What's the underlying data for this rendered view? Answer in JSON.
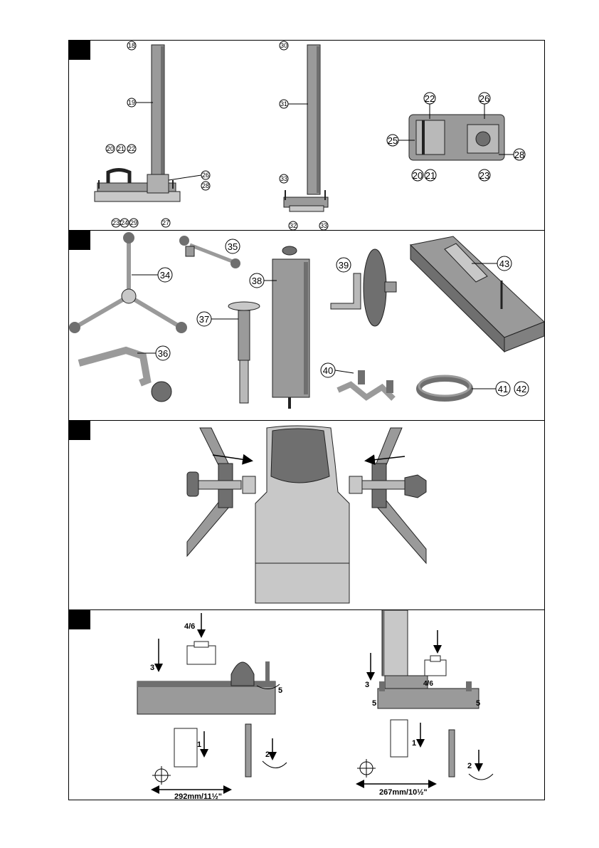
{
  "figure1": {
    "left_stand": {
      "c18": "18",
      "c19": "19",
      "c20": "20",
      "c21": "21",
      "c22": "22",
      "c26": "26",
      "c28": "28",
      "c23": "23",
      "c24": "24",
      "c29": "29",
      "c27": "27"
    },
    "right_stand": {
      "c30": "30",
      "c31": "31",
      "c33a": "33",
      "c32": "32",
      "c33b": "33"
    },
    "base_top": {
      "c22": "22",
      "c26": "26",
      "c25": "25",
      "c28": "28",
      "c20": "20",
      "c21": "21",
      "c23": "23"
    }
  },
  "figure2": {
    "c34": "34",
    "c35": "35",
    "c36": "36",
    "c37": "37",
    "c38": "38",
    "c39": "39",
    "c40": "40",
    "c41": "41",
    "c42": "42",
    "c43": "43"
  },
  "figure4": {
    "left": {
      "s46": "4/6",
      "s3": "3",
      "s5": "5",
      "s1": "1",
      "s2": "2",
      "dimension": "292mm/11½\""
    },
    "right": {
      "s46": "4/6",
      "s3": "3",
      "s5a": "5",
      "s5b": "5",
      "s1": "1",
      "s2": "2",
      "dimension": "267mm/10½\""
    }
  },
  "colors": {
    "part_gray": "#9a9a9a",
    "light_gray": "#c8c8c8",
    "dark_gray": "#6f6f6f",
    "line": "#222222"
  }
}
